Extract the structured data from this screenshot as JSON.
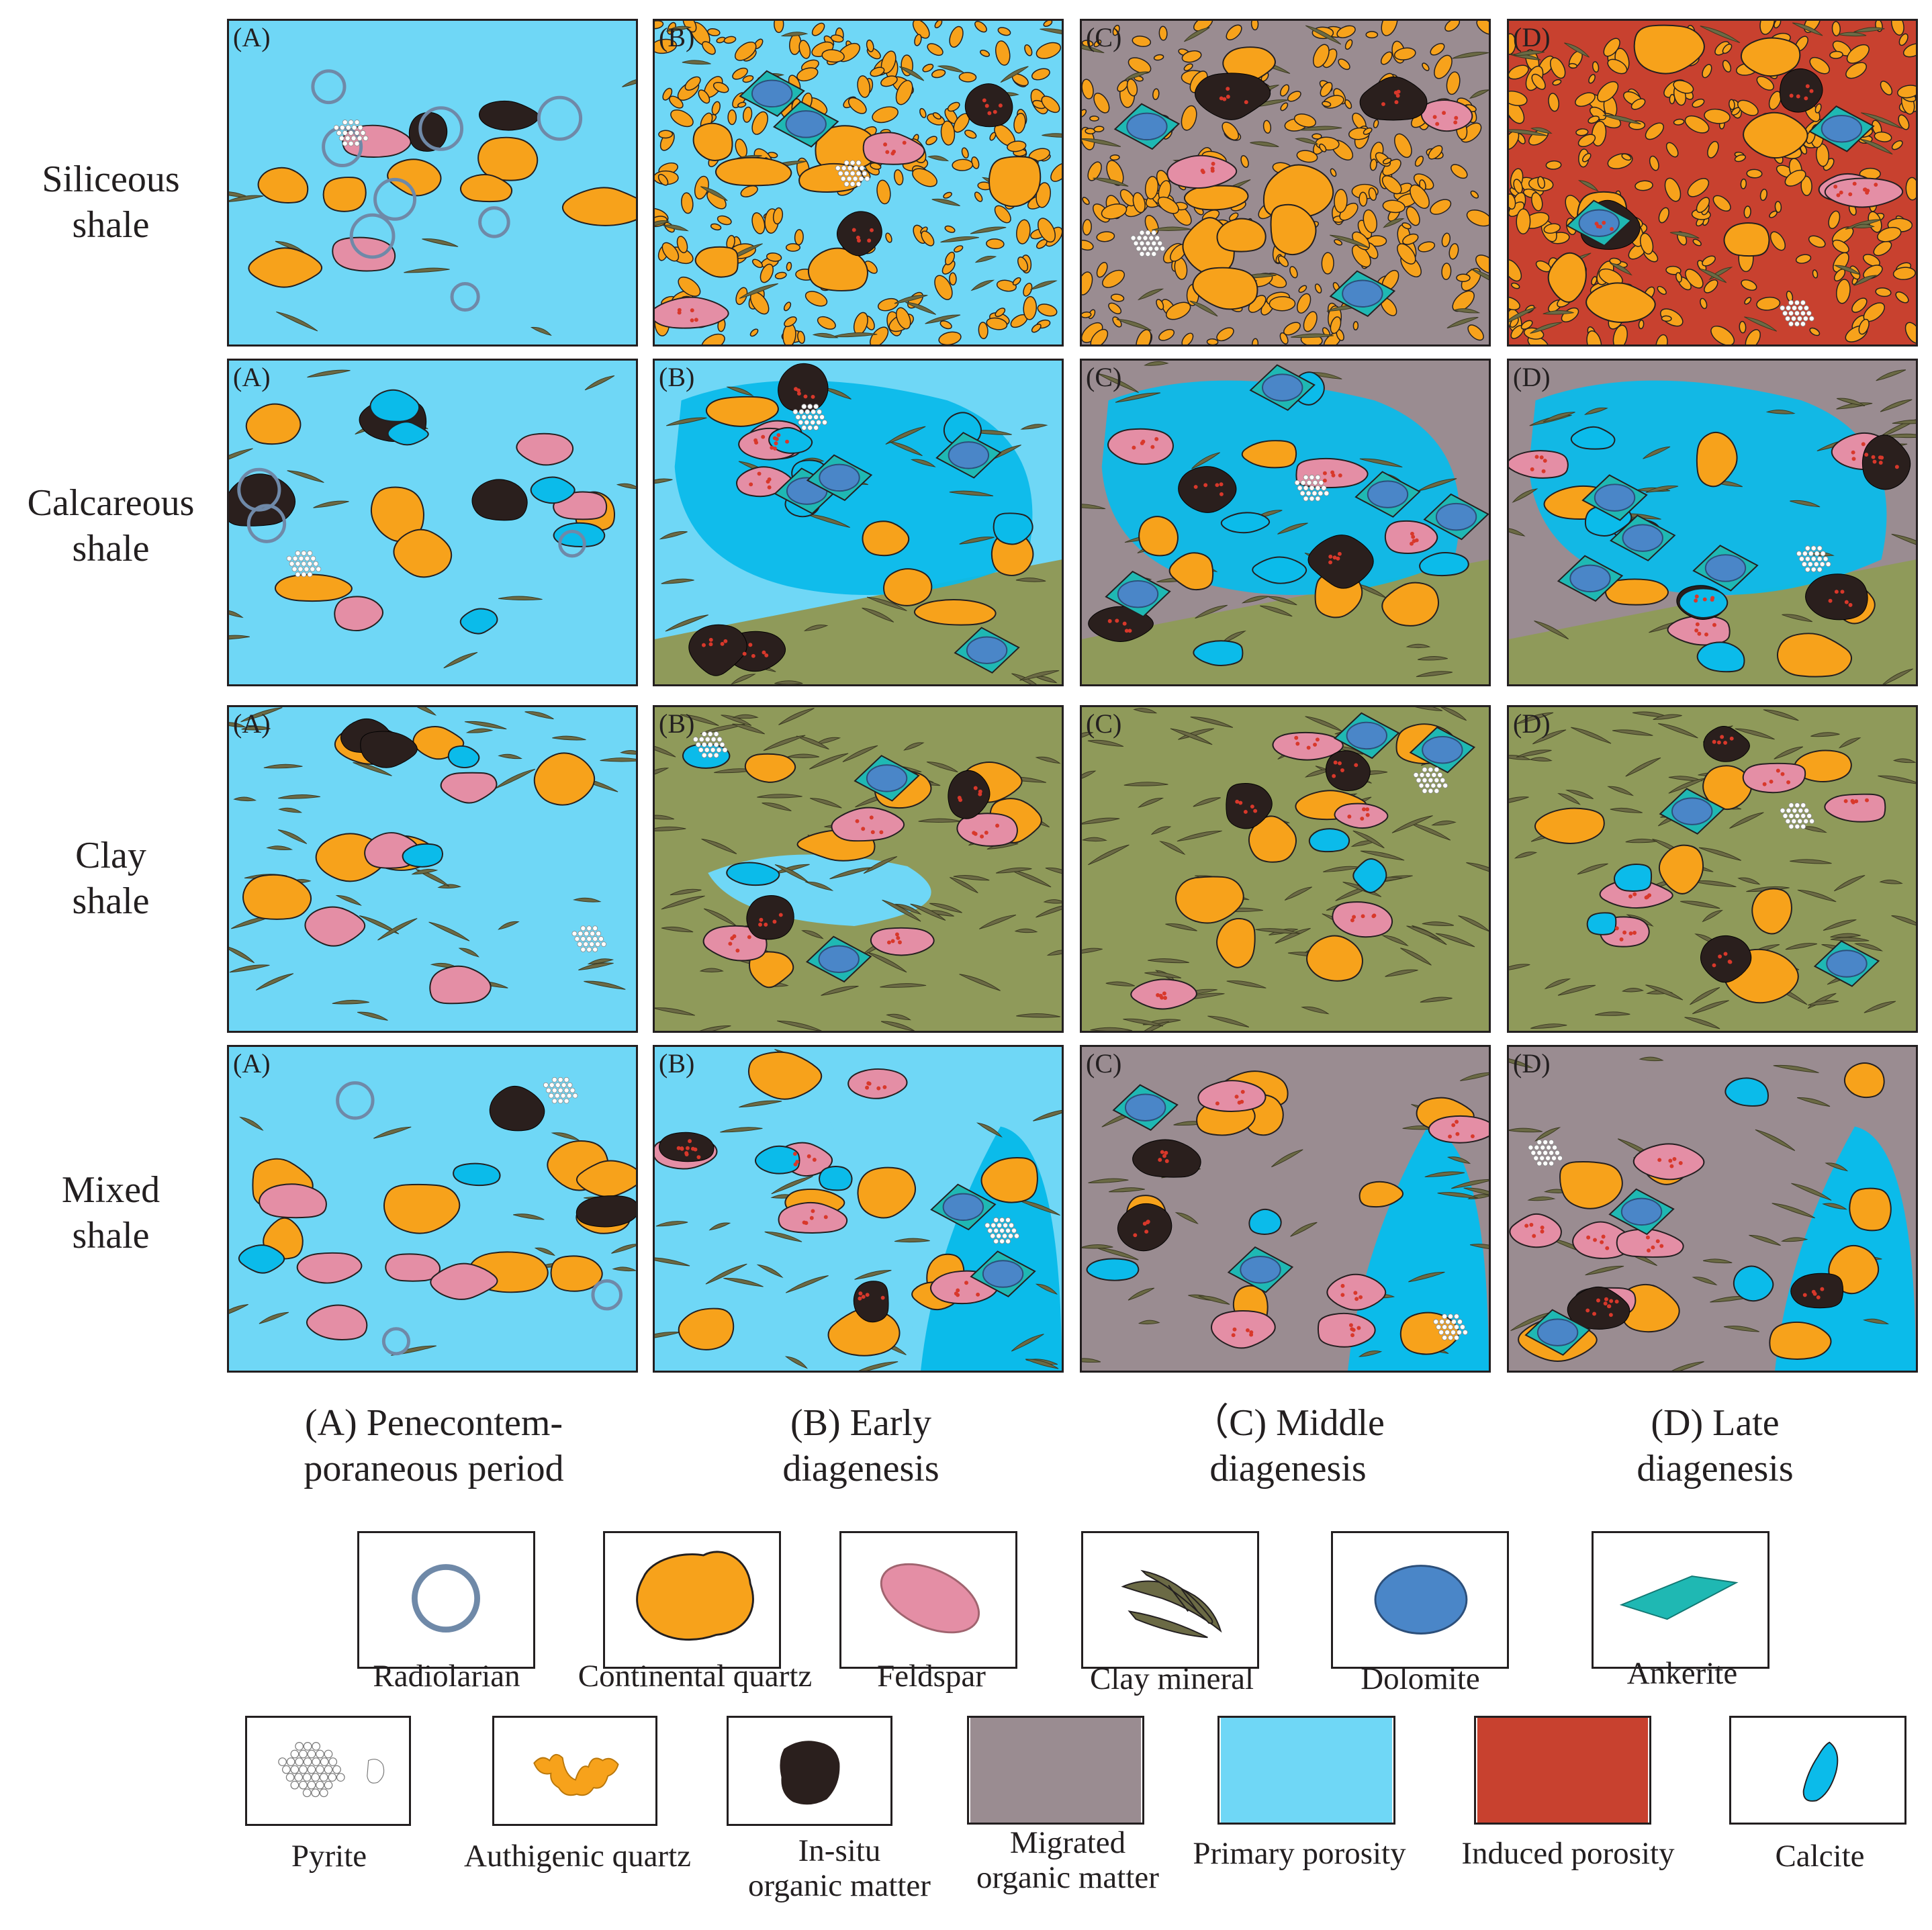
{
  "rows": [
    {
      "label": "Siliceous\nshale"
    },
    {
      "label": "Calcareous\nshale"
    },
    {
      "label": "Clay\nshale"
    },
    {
      "label": "Mixed\nshale"
    }
  ],
  "stages": [
    {
      "letter": "(A)",
      "label": "(A) Penecontem-\nporaneous  period"
    },
    {
      "letter": "(B)",
      "label": "(B) Early\ndiagenesis"
    },
    {
      "letter": "(C)",
      "label": "（C) Middle\ndiagenesis"
    },
    {
      "letter": "(D)",
      "label": "(D) Late\ndiagenesis"
    }
  ],
  "legend": [
    {
      "label": "Radiolarian",
      "icon": "radiolarian-icon",
      "color": "#6f89a8"
    },
    {
      "label": "Continental quartz",
      "icon": "continental-quartz-icon",
      "color": "#f7a21b"
    },
    {
      "label": "Feldspar",
      "icon": "feldspar-icon",
      "color": "#e48ea5"
    },
    {
      "label": "Clay mineral",
      "icon": "clay-mineral-icon",
      "color": "#6b6a45"
    },
    {
      "label": "Dolomite",
      "icon": "dolomite-icon",
      "color": "#4a86c8"
    },
    {
      "label": "Ankerite",
      "icon": "ankerite-icon",
      "color": "#1fb8b3"
    },
    {
      "label": "Pyrite",
      "icon": "pyrite-icon",
      "color": "#ffffff"
    },
    {
      "label": "Authigenic quartz",
      "icon": "authigenic-quartz-icon",
      "color": "#f7a21b"
    },
    {
      "label": "In-situ\norganic matter",
      "icon": "in-situ-organic-matter-icon",
      "color": "#2a1f1d"
    },
    {
      "label": "Migrated\norganic matter",
      "icon": "migrated-organic-matter-icon",
      "color": "#9a8c91"
    },
    {
      "label": "Primary porosity",
      "icon": "primary-porosity-icon",
      "color": "#6fd7f6"
    },
    {
      "label": "Induced porosity",
      "icon": "induced-porosity-icon",
      "color": "#c8412f"
    },
    {
      "label": "Calcite",
      "icon": "calcite-icon",
      "color": "#0bbbea"
    }
  ],
  "colors": {
    "primary_porosity": "#6fd7f6",
    "clay_matrix": "#8f9a5a",
    "migrated_om": "#9a8c91",
    "induced_porosity": "#c8412f",
    "calcite": "#0bbbea",
    "quartz": "#f7a21b",
    "feldspar": "#e48ea5",
    "organic": "#2a1f1d",
    "dolomite": "#4a86c8",
    "ankerite": "#1fb8b3",
    "clay": "#6b6a45",
    "radiolarian": "#6f89a8"
  }
}
